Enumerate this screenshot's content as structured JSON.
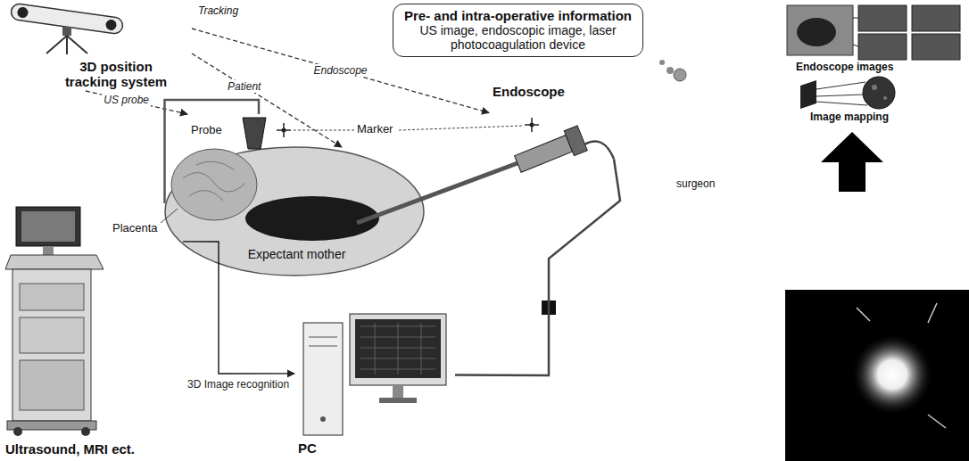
{
  "diagram": {
    "nodes": [
      {
        "text": [
          "Pre- and intra-operative information",
          "US image, endoscopic image, laser photocoagulation device"
        ]
      },
      {
        "text": [
          "3D position tracking system"
        ]
      },
      {
        "text": [
          "Probe"
        ]
      },
      {
        "text": [
          "Expectant mother"
        ]
      },
      {
        "text": [
          "Endoscope"
        ]
      },
      {
        "text": [
          "Ultrasound, MRI ect."
        ]
      },
      {
        "text": [
          "PC"
        ]
      }
    ],
    "edges": [
      {
        "from": 1,
        "to": 4,
        "label": "Endoscope",
        "arrow": "to"
      },
      {
        "from": 1,
        "to": 3,
        "label": "Patient",
        "arrow": "to"
      },
      {
        "from": 1,
        "to": 2,
        "label": "US probe",
        "arrow": "to"
      },
      {
        "from": 5,
        "to": 2,
        "arrow": "none"
      },
      {
        "from": 5,
        "to": 6,
        "label": "3D Image recognition",
        "arrow": "to"
      },
      {
        "from": 6,
        "to": 4,
        "arrow": "none"
      }
    ],
    "labels": [
      "Tracking",
      "Marker",
      "Placenta",
      "surgeon",
      "Endoscope images",
      "Image mapping"
    ]
  }
}
